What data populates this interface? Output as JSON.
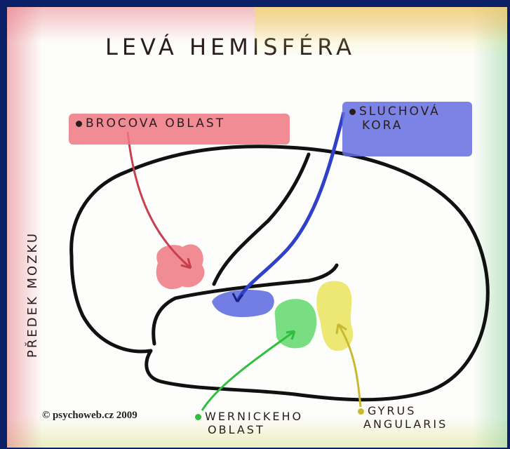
{
  "title": "LEVÁ HEMISFÉRA",
  "side_label": "PŘEDEK MOZKU",
  "labels": {
    "broca": "BROCOVA OBLAST",
    "sluchova_line1": "SLUCHOVÁ",
    "sluchova_line2": "KORA",
    "wernicke_line1": "WERNICKEHO",
    "wernicke_line2": "OBLAST",
    "gyrus_line1": "GYRUS",
    "gyrus_line2": "ANGULARIS"
  },
  "copyright": "© psychoweb.cz 2009",
  "colors": {
    "broca": "#ee7882",
    "sluchova": "#6470e1",
    "wernicke": "#4cd35a",
    "gyrus": "#eae35a",
    "outline": "#111111",
    "background": "#0a1f66"
  }
}
